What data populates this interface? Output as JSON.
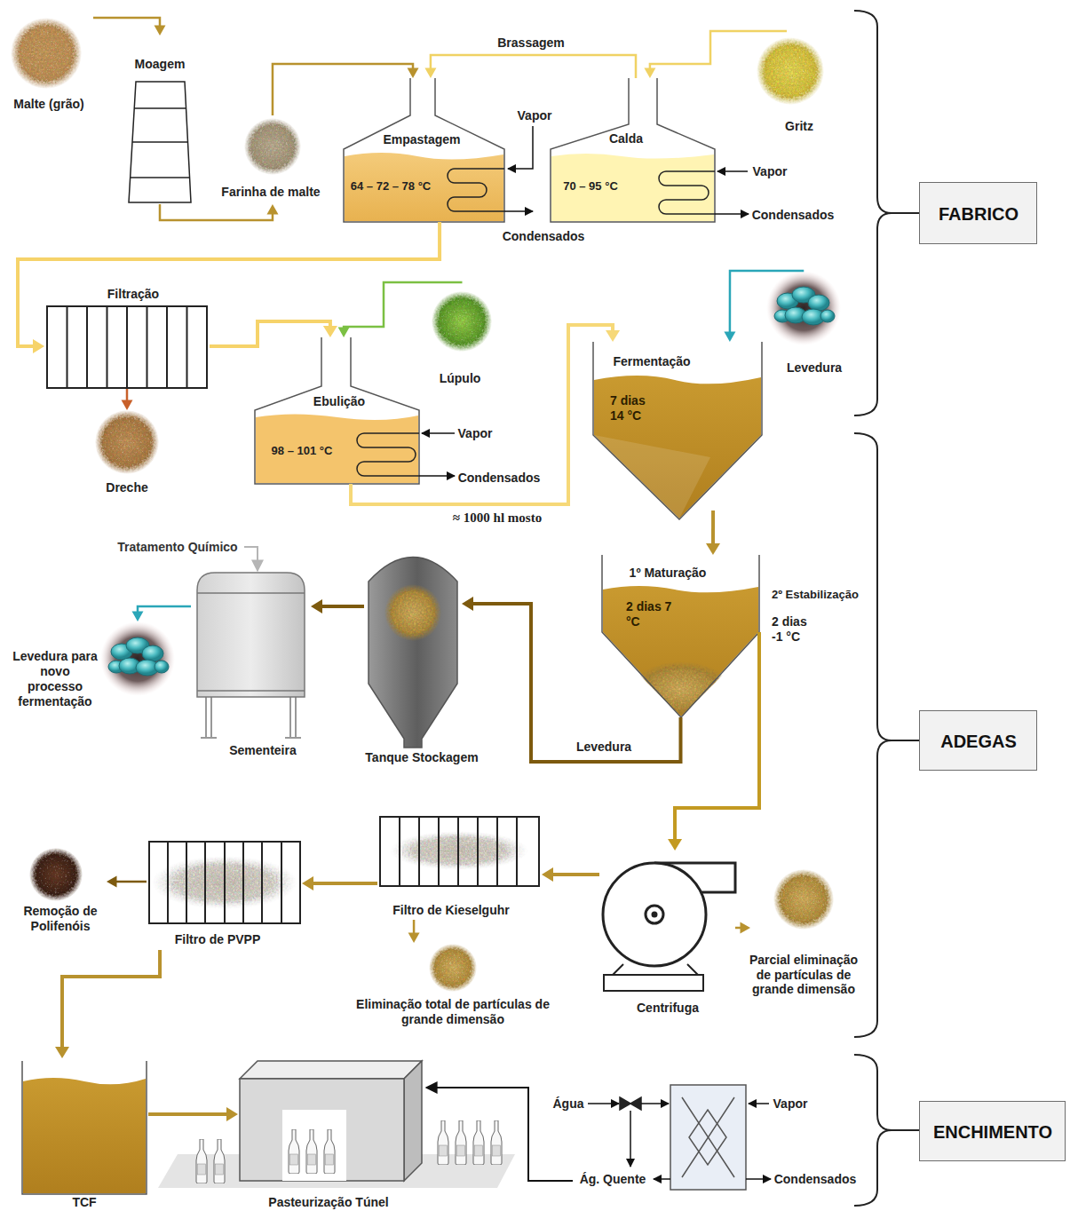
{
  "diagram": {
    "nodes": [
      {
        "text": [
          "Malte (grão)"
        ]
      },
      {
        "text": [
          "Moagem"
        ]
      },
      {
        "text": [
          "Farinha de malte"
        ]
      },
      {
        "text": [
          "Empastagem",
          "64 – 72 – 78 °C"
        ]
      },
      {
        "text": [
          "Calda",
          "70 – 95 °C"
        ]
      },
      {
        "text": [
          "Gritz"
        ]
      },
      {
        "text": [
          "Filtração"
        ]
      },
      {
        "text": [
          "Dreche"
        ]
      },
      {
        "text": [
          "Ebulição",
          "98 – 101 °C"
        ]
      },
      {
        "text": [
          "Lúpulo"
        ]
      },
      {
        "text": [
          "Fermentação",
          "7 dias 14 °C"
        ]
      },
      {
        "text": [
          "Levedura"
        ]
      },
      {
        "text": [
          "1º Maturação",
          "2 dias 7 °C",
          "2º Estabilização",
          "2 dias -1 °C"
        ]
      },
      {
        "text": [
          "Tanque Stockagem"
        ]
      },
      {
        "text": [
          "Sementeira"
        ]
      },
      {
        "text": [
          "Levedura para novo processo fermentação"
        ]
      },
      {
        "text": [
          "Centrifuga"
        ]
      },
      {
        "text": [
          "Parcial eliminação de partículas de grande dimensão"
        ]
      },
      {
        "text": [
          "Filtro de Kieselguhr"
        ]
      },
      {
        "text": [
          "Eliminação total de partículas de grande dimensão"
        ]
      },
      {
        "text": [
          "Filtro de PVPP"
        ]
      },
      {
        "text": [
          "Remoção de Polifenóis"
        ]
      },
      {
        "text": [
          "TCF"
        ]
      },
      {
        "text": [
          "Pasteurização Túnel"
        ]
      },
      {
        "text": [
          "FABRICO"
        ]
      },
      {
        "text": [
          "ADEGAS"
        ]
      },
      {
        "text": [
          "ENCHIMENTO"
        ]
      }
    ],
    "edges": [
      {
        "from": 0,
        "to": 1,
        "arrow": "to"
      },
      {
        "from": 1,
        "to": 2,
        "arrow": "to"
      },
      {
        "from": 2,
        "to": 3,
        "arrow": "to"
      },
      {
        "from": 5,
        "to": 4,
        "arrow": "to"
      },
      {
        "from": 4,
        "to": 3,
        "label": "Brassagem",
        "arrow": "to"
      },
      {
        "from": 3,
        "to": 6,
        "arrow": "to"
      },
      {
        "from": 6,
        "to": 7,
        "arrow": "to"
      },
      {
        "from": 6,
        "to": 8,
        "arrow": "to"
      },
      {
        "from": 9,
        "to": 8,
        "arrow": "to"
      },
      {
        "from": 8,
        "to": 10,
        "label": "≈ 1000 hl mosto",
        "arrow": "to"
      },
      {
        "from": 11,
        "to": 10,
        "arrow": "to"
      },
      {
        "from": 10,
        "to": 12,
        "arrow": "to"
      },
      {
        "from": 12,
        "to": 13,
        "label": "Levedura",
        "arrow": "to"
      },
      {
        "from": 13,
        "to": 14,
        "arrow": "to"
      },
      {
        "from": 14,
        "to": 15,
        "arrow": "to"
      },
      {
        "from": 12,
        "to": 16,
        "arrow": "to"
      },
      {
        "from": 16,
        "to": 17,
        "arrow": "to"
      },
      {
        "from": 16,
        "to": 18,
        "arrow": "to"
      },
      {
        "from": 18,
        "to": 19,
        "arrow": "to"
      },
      {
        "from": 18,
        "to": 20,
        "arrow": "to"
      },
      {
        "from": 20,
        "to": 21,
        "arrow": "to"
      },
      {
        "from": 20,
        "to": 22,
        "arrow": "to"
      },
      {
        "from": 22,
        "to": 23,
        "arrow": "to"
      }
    ],
    "labels": [
      "Vapor",
      "Vapor",
      "Condensados",
      "Condensados",
      "Vapor",
      "Condensados",
      "Tratamento Químico",
      "Água",
      "Vapor",
      "Ág. Quente",
      "Condensados"
    ]
  }
}
